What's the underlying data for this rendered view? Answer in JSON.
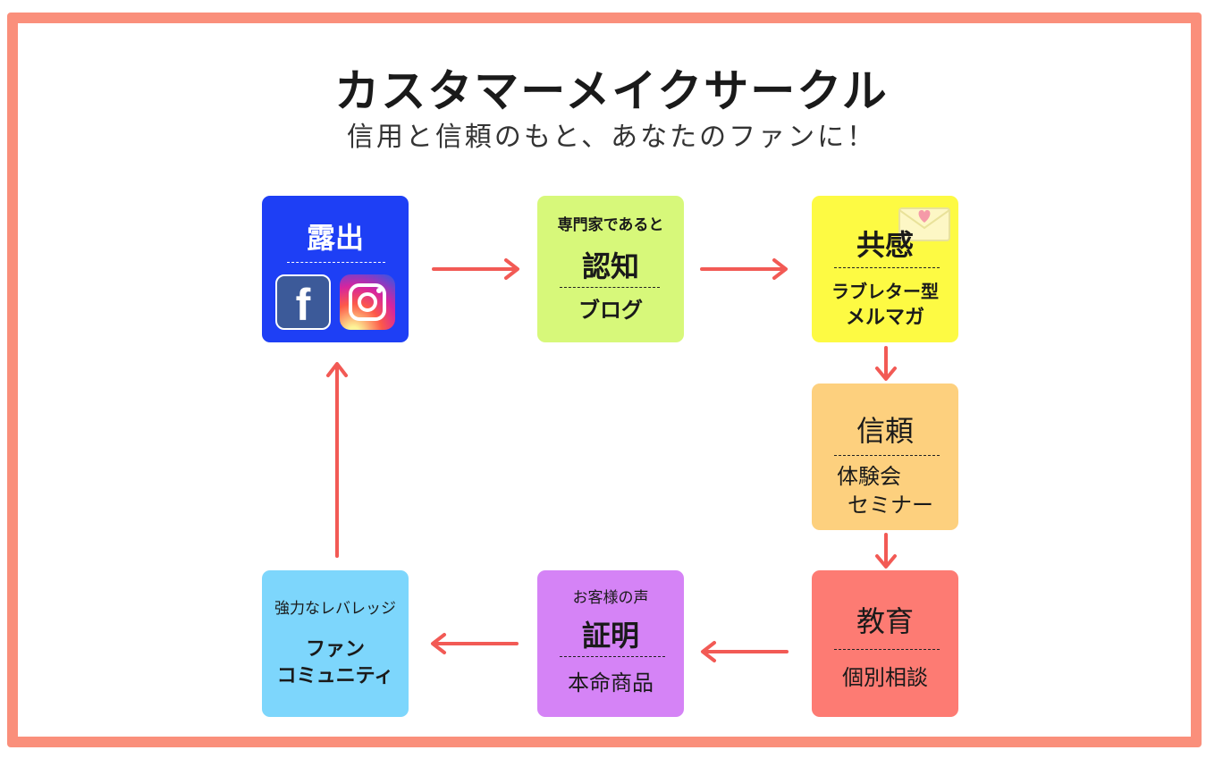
{
  "title": "カスタマーメイクサークル",
  "subtitle": "信用と信頼のもと、あなたのファンに！",
  "colors": {
    "frame": "#fa8f7b",
    "arrow": "#f25a55",
    "roshutsu": "#1e3ff5",
    "ninchi": "#d7f87a",
    "kyokan": "#fdfa43",
    "shinrai": "#fdd07e",
    "kyoiku": "#fd7b73",
    "shomei": "#d583f6",
    "fan": "#7dd6fc"
  },
  "nodes": {
    "roshutsu": {
      "title": "露出",
      "icons": [
        "facebook-icon",
        "instagram-icon"
      ],
      "facebook_glyph": "f"
    },
    "ninchi": {
      "top": "専門家であると",
      "title": "認知",
      "bottom": "ブログ"
    },
    "kyokan": {
      "title": "共感",
      "line1": "ラブレター型",
      "line2": "メルマガ",
      "icon": "love-letter-icon"
    },
    "shinrai": {
      "title": "信頼",
      "line1": "体験会",
      "line2": "セミナー"
    },
    "kyoiku": {
      "title": "教育",
      "bottom": "個別相談"
    },
    "shomei": {
      "top": "お客様の声",
      "title": "証明",
      "bottom": "本命商品"
    },
    "fan": {
      "top": "強力なレバレッジ",
      "line1": "ファン",
      "line2": "コミュニティ"
    }
  }
}
